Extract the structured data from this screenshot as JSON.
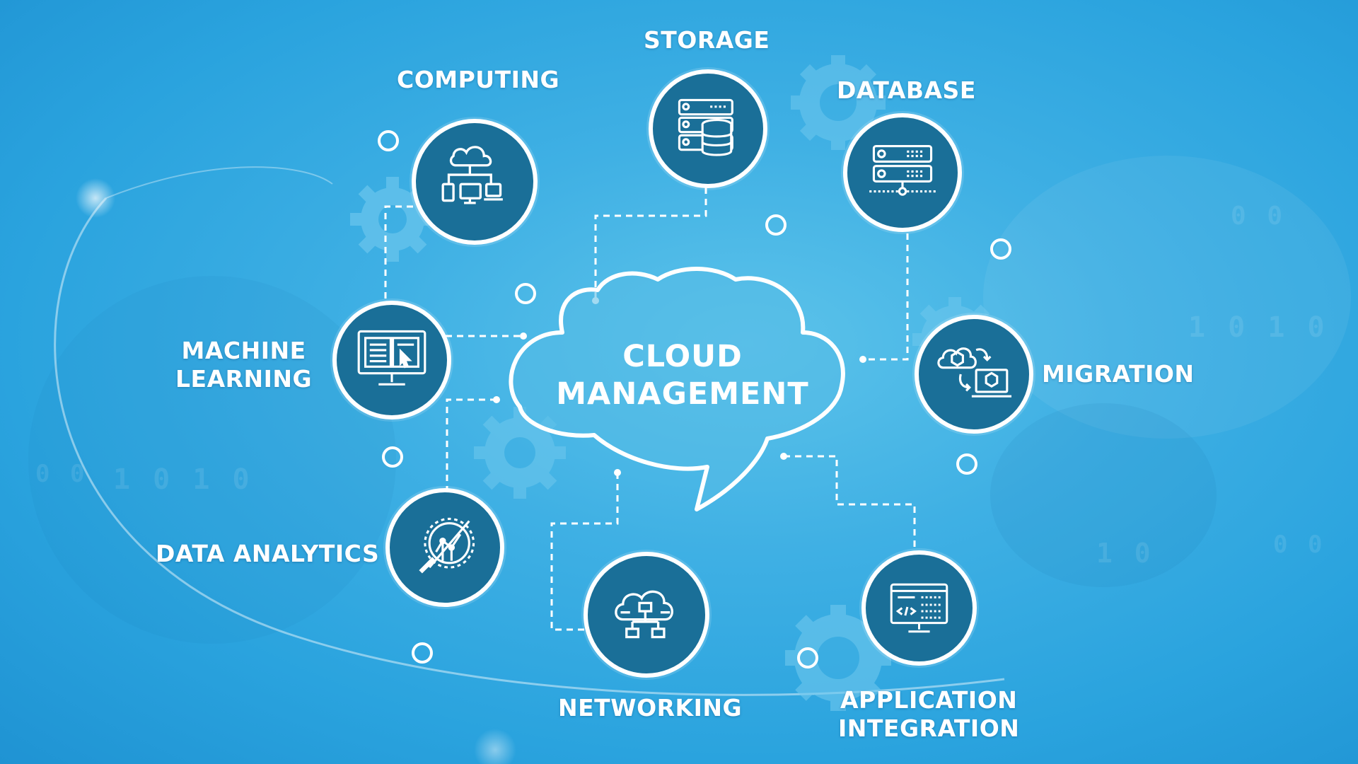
{
  "center": {
    "line1": "CLOUD",
    "line2": "MANAGEMENT"
  },
  "nodes": [
    {
      "id": "computing",
      "label_lines": [
        "COMPUTING"
      ],
      "icon": "cloud-devices-icon"
    },
    {
      "id": "storage",
      "label_lines": [
        "STORAGE"
      ],
      "icon": "server-database-icon"
    },
    {
      "id": "database",
      "label_lines": [
        "DATABASE"
      ],
      "icon": "server-rack-icon"
    },
    {
      "id": "machine-learning",
      "label_lines": [
        "MACHINE",
        "LEARNING"
      ],
      "icon": "monitor-book-icon"
    },
    {
      "id": "migration",
      "label_lines": [
        "MIGRATION"
      ],
      "icon": "cloud-laptop-transfer-icon"
    },
    {
      "id": "data-analytics",
      "label_lines": [
        "DATA ANALYTICS"
      ],
      "icon": "magnifier-chart-icon"
    },
    {
      "id": "networking",
      "label_lines": [
        "NETWORKING"
      ],
      "icon": "cloud-network-icon"
    },
    {
      "id": "application-integration",
      "label_lines": [
        "APPLICATION",
        "INTEGRATION"
      ],
      "icon": "code-monitor-icon"
    }
  ],
  "colors": {
    "background": "#2aa3de",
    "node_fill": "#1a6f98",
    "line": "#ffffff",
    "text": "#ffffff"
  }
}
